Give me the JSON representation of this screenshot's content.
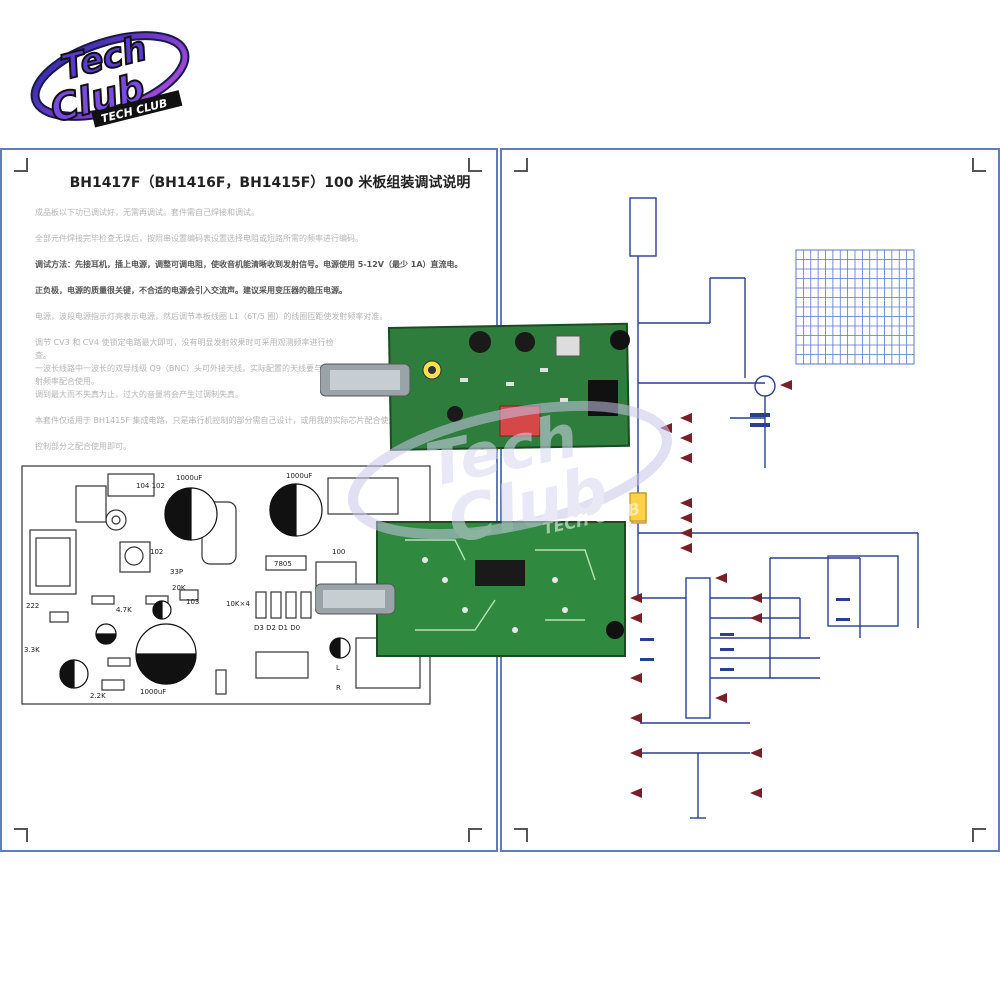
{
  "logo": {
    "line1": "Tech",
    "line2": "Club",
    "tagline": "TECH CLUB"
  },
  "document": {
    "title": "BH1417F（BH1416F，BH1415F）100 米板组装调试说明",
    "paragraphs": [
      "成品板以下功已调试好，无需再调试。套件需自己焊接和调试。",
      "全部元件焊接完毕检查无误后，按照串设置编码表设置选择电阻或短路所需的频率进行编码。",
      "调试方法：先接耳机，插上电源，调整可调电阻，使收音机能清晰收到发射信号。电源使用 5-12V（最少 1A）直流电。",
      "正负极，电源的质量很关键，不合适的电源会引入交流声。建议采用变压器的稳压电源。",
      "电源，波段电源指示灯亮表示电源，然后调节本板线圈 L1（6T/5 圈）的线圈匝距使发射频率对准。",
      "调节 CV3 和 CV4 使锁定电路最大即可，没有明显发射效果时可采用观测频率进行检查。",
      "一波长线路中一波长的双导线级 Q9（BNC）头可外接天线，实际配置的天线要与发射频率配合使用。",
      "调到最大而不失真为止，过大的音量将会产生过调制失真。",
      "本套件仅适用于 BH1415F 集成电路，只是串行机控制的部分需自己设计，或用我的实际芯片配合使用。",
      "控制部分之配合使用即可。"
    ]
  },
  "schematic_labels": {
    "r1": "1000uF",
    "r2": "1000uF",
    "c1": "104 102",
    "ic": "7805",
    "l1": "10K×4",
    "d": "D3 D2 D1 D0",
    "c3": "1000uF",
    "c4": "4.7K",
    "c5": "3.3K",
    "c6": "222",
    "c7": "33P",
    "c8": "20K",
    "c9": "103",
    "c10": "2.2K",
    "c11": "100",
    "c12": "102",
    "c13": "L",
    "c14": "R"
  },
  "colors": {
    "frame": "#5f7db8",
    "wire": "#2a3f8f",
    "arrow": "#7a1f2a",
    "pcb_green": "#2f7d3c",
    "grid_blue": "#5a74c9",
    "logo_purple": "#6a3bd6"
  }
}
